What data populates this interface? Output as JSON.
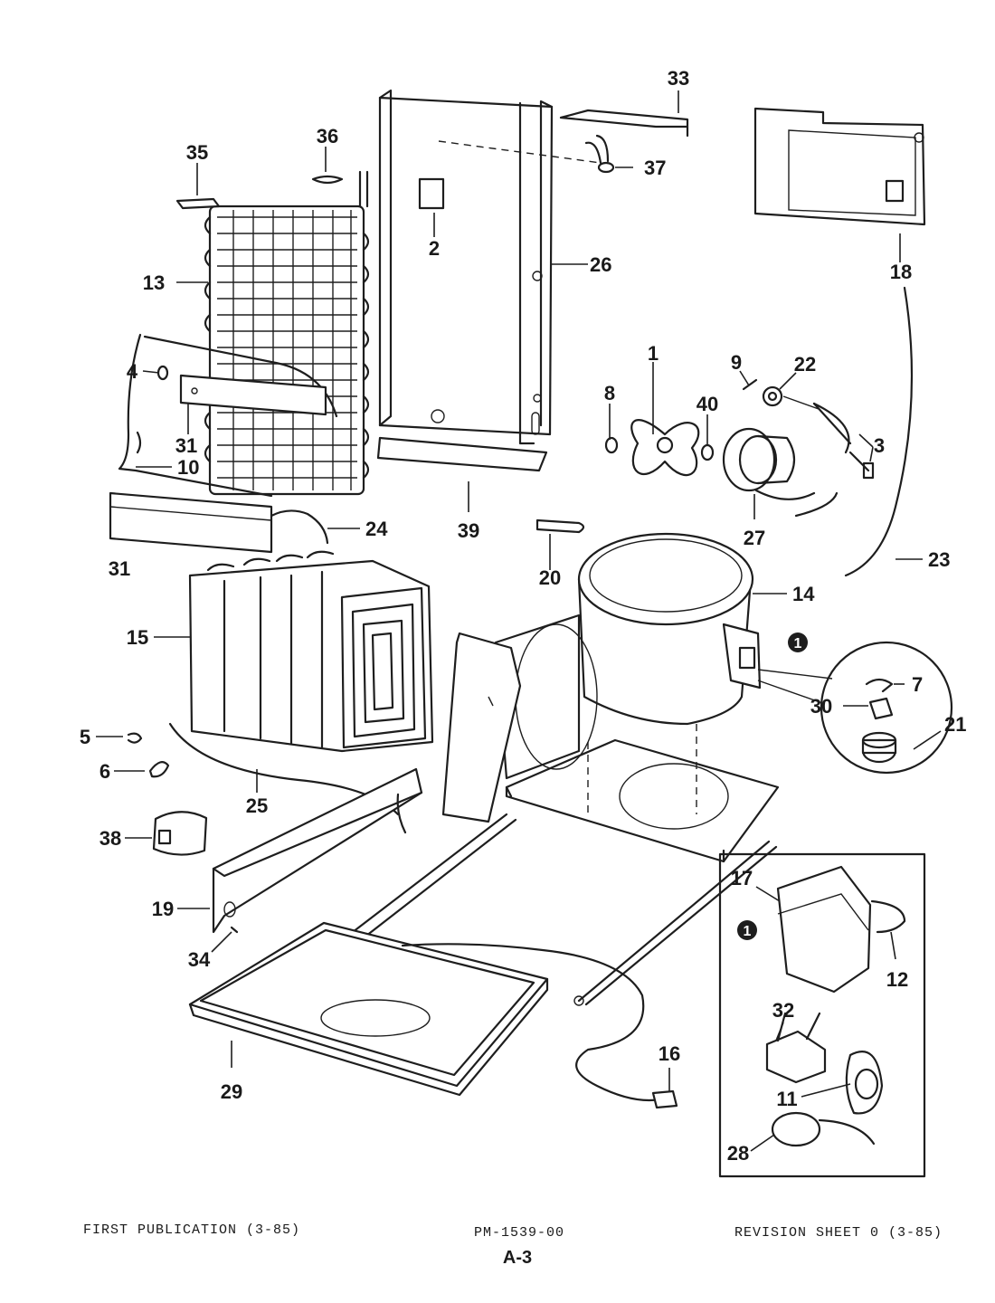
{
  "diagram": {
    "part_numbers": {
      "p1": "1",
      "p2": "2",
      "p3": "3",
      "p4": "4",
      "p5": "5",
      "p6": "6",
      "p7": "7",
      "p8": "8",
      "p9": "9",
      "p10": "10",
      "p11": "11",
      "p12": "12",
      "p13": "13",
      "p14": "14",
      "p15": "15",
      "p16": "16",
      "p17": "17",
      "p18": "18",
      "p19": "19",
      "p20": "20",
      "p21": "21",
      "p22": "22",
      "p23": "23",
      "p24": "24",
      "p25": "25",
      "p26": "26",
      "p27": "27",
      "p28": "28",
      "p29": "29",
      "p30": "30",
      "p31a": "31",
      "p31b": "31",
      "p32": "32",
      "p33": "33",
      "p34": "34",
      "p35": "35",
      "p36": "36",
      "p37": "37",
      "p38": "38",
      "p39": "39",
      "p40": "40"
    },
    "note_marker": "1"
  },
  "footer": {
    "first_publication": "FIRST PUBLICATION (3-85)",
    "part_manual": "PM-1539-00",
    "page_id": "A-3",
    "revision": "REVISION SHEET 0 (3-85)"
  }
}
